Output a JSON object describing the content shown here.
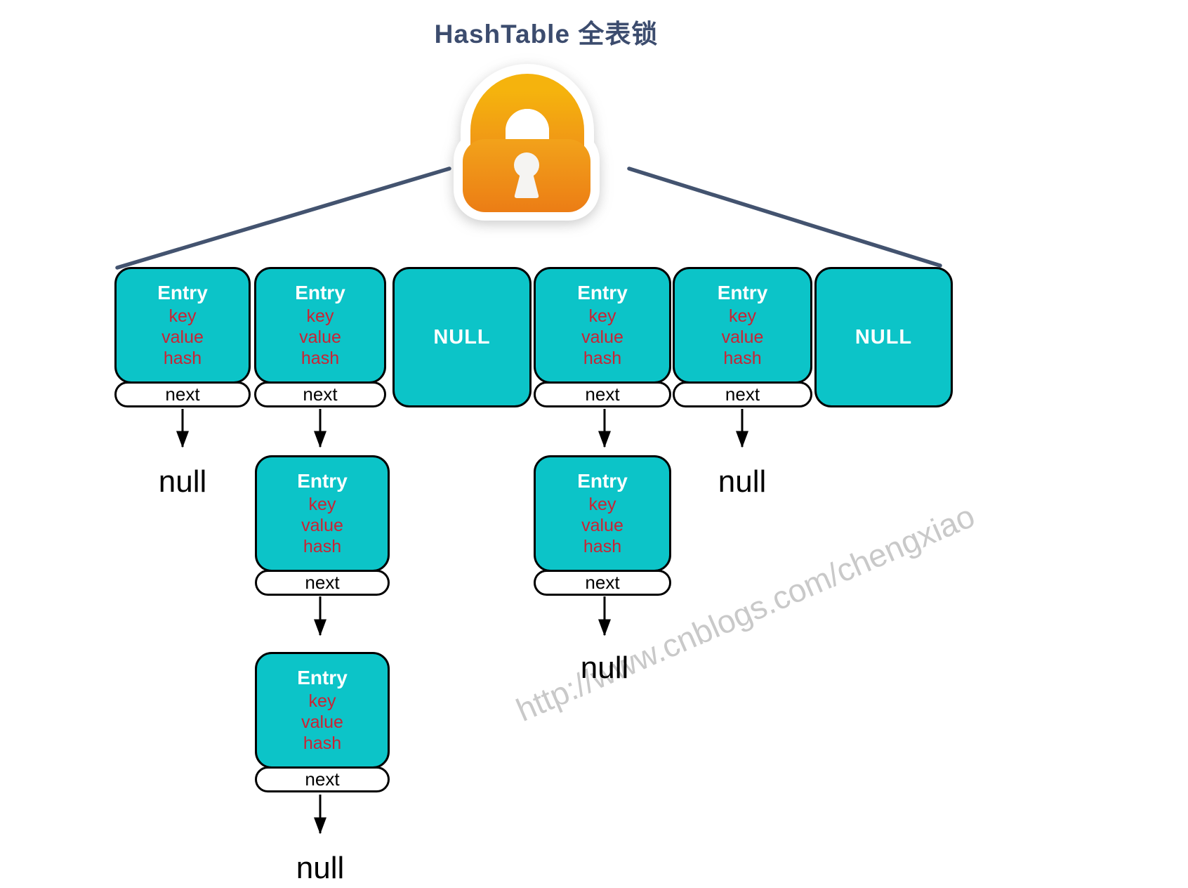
{
  "title": "HashTable 全表锁",
  "watermark": "http://www.cnblogs.com/chengxiao",
  "icons": {
    "lock": "padlock-icon"
  },
  "colors": {
    "bucket_teal": "#0cc4c8",
    "field_red": "#cc2233",
    "title_navy": "#3c4c6e",
    "line_navy": "#43536f",
    "lock_orange_top": "#f5b30d",
    "lock_orange_bottom": "#ec7d15",
    "watermark_gray": "#c9c9c9"
  },
  "buckets": [
    {
      "type": "entry",
      "label": "Entry",
      "fields": [
        "key",
        "value",
        "hash"
      ],
      "next_label": "next"
    },
    {
      "type": "entry",
      "label": "Entry",
      "fields": [
        "key",
        "value",
        "hash"
      ],
      "next_label": "next"
    },
    {
      "type": "null",
      "label": "NULL"
    },
    {
      "type": "entry",
      "label": "Entry",
      "fields": [
        "key",
        "value",
        "hash"
      ],
      "next_label": "next"
    },
    {
      "type": "entry",
      "label": "Entry",
      "fields": [
        "key",
        "value",
        "hash"
      ],
      "next_label": "next"
    },
    {
      "type": "null",
      "label": "NULL"
    }
  ],
  "chain_nodes": [
    {
      "under_bucket": 2,
      "level": 1,
      "label": "Entry",
      "fields": [
        "key",
        "value",
        "hash"
      ],
      "next_label": "next"
    },
    {
      "under_bucket": 2,
      "level": 2,
      "label": "Entry",
      "fields": [
        "key",
        "value",
        "hash"
      ],
      "next_label": "next"
    },
    {
      "under_bucket": 4,
      "level": 1,
      "label": "Entry",
      "fields": [
        "key",
        "value",
        "hash"
      ],
      "next_label": "next"
    }
  ],
  "terminals": [
    {
      "under_bucket": 1,
      "label": "null"
    },
    {
      "under_bucket": 2,
      "label": "null"
    },
    {
      "under_bucket": 4,
      "label": "null"
    },
    {
      "under_bucket": 5,
      "label": "null"
    }
  ]
}
